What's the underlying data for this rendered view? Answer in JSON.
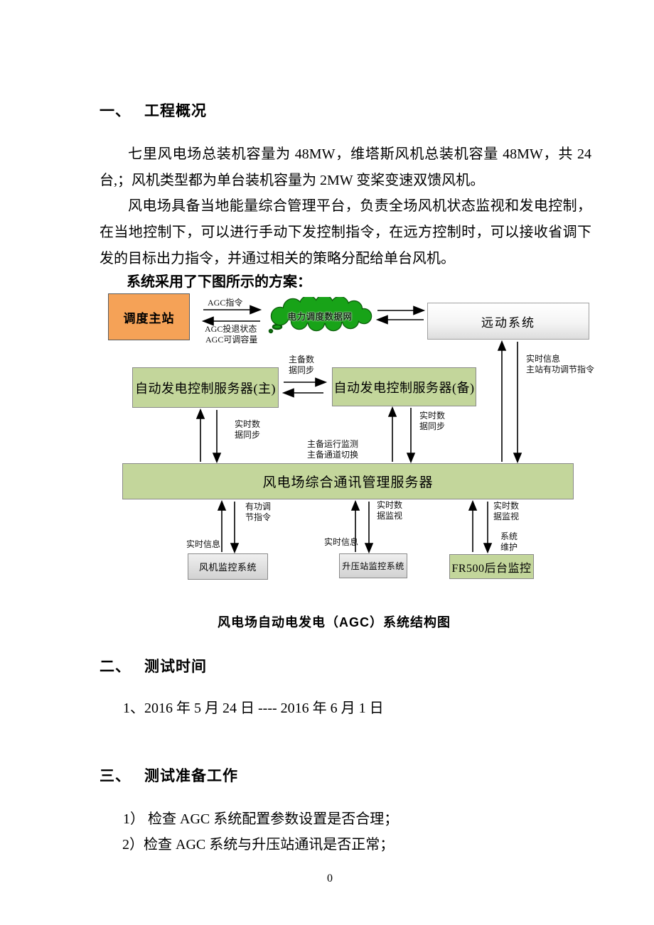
{
  "document": {
    "heading1": {
      "num": "一、",
      "title": "工程概况"
    },
    "para1": "七里风电场总装机容量为 48MW，维塔斯风机总装机容量 48MW，共 24 台,；风机类型都为单台装机容量为 2MW 变桨变速双馈风机。",
    "para2": "风电场具备当地能量综合管理平台，负责全场风机状态监视和发电控制，在当地控制下，可以进行手动下发控制指令，在远方控制时，可以接收省调下发的目标出力指令，并通过相关的策略分配给单台风机。",
    "plan_line": "系统采用了下图所示的方案：",
    "caption": "风电场自动电发电（AGC）系统结构图",
    "heading2": {
      "num": "二、",
      "title": "测试时间"
    },
    "test_time": "1、2016 年 5 月 24 日 ---- 2016 年 6 月 1 日",
    "heading3": {
      "num": "三、",
      "title": "测试准备工作"
    },
    "prep_item1": "1） 检查 AGC 系统配置参数设置是否合理；",
    "prep_item2": "2）检查 AGC 系统与升压站通讯是否正常；",
    "page_number": "0"
  },
  "diagram": {
    "boxes": {
      "dispatch_master": "调度主站",
      "power_dispatch_network": "电力调度数据网",
      "remote_system": "远动系统",
      "agc_server_main": "自动发电控制服务器(主)",
      "agc_server_backup": "自动发电控制服务器(备)",
      "comm_server": "风电场综合通讯管理服务器",
      "turbine_monitor": "风机监控系统",
      "booster_monitor": "升压站监控系统",
      "fr500_monitor": "FR500后台监控"
    },
    "labels": {
      "agc_command": "AGC指令",
      "agc_status": "AGC投退状态",
      "agc_capacity": "AGC可调容量",
      "main_backup_sync": "主备数\n据同步",
      "remote_realtime": "实时信息\n主站有功调节指令",
      "main_realtime_sync": "实时数\n据同步",
      "backup_realtime_sync": "实时数\n据同步",
      "monitor_switch": "主备运行监测\n主备通道切换",
      "active_power_cmd": "有功调\n节指令",
      "turbine_realtime_info": "实时信息",
      "booster_data_watch": "实时数\n据监视",
      "booster_realtime_info": "实时信息",
      "fr500_data_watch": "实时数\n据监视",
      "system_maintain": "系统\n维护"
    },
    "colors": {
      "dispatch_orange": "#F5A257",
      "server_green": "#C3D69B",
      "cloud_green": "#18A318",
      "monitor_gray": "#DCDCDC",
      "remote_gradient_bottom": "#DDDDDD"
    }
  }
}
